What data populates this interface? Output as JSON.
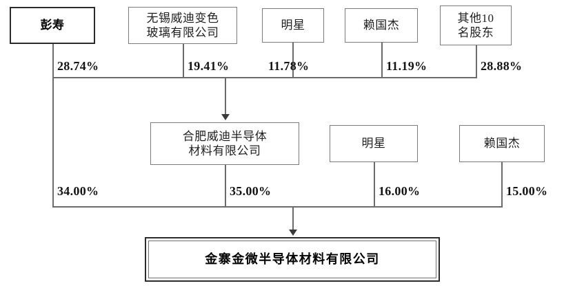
{
  "diagram": {
    "type": "ownership-structure-chart",
    "title": "",
    "tier1_shareholders": [
      {
        "id": "peng-shou",
        "name": "彭寿",
        "stake": "28.74%"
      },
      {
        "id": "wuxi-weidi",
        "name": "无锡威迪变色\n玻璃有限公司",
        "stake": "19.41%"
      },
      {
        "id": "ming-xing",
        "name": "明星",
        "stake": "11.78%"
      },
      {
        "id": "lai-guojie",
        "name": "赖国杰",
        "stake": "11.19%"
      },
      {
        "id": "other-ten",
        "name": "其他10\n名股东",
        "stake": "28.88%"
      }
    ],
    "tier2_shareholders": [
      {
        "id": "peng-shou-2",
        "name": "彭寿",
        "stake": "34.00%"
      },
      {
        "id": "hefei-weidi",
        "name": "合肥威迪半导体\n材料有限公司",
        "stake": "35.00%"
      },
      {
        "id": "ming-xing-2",
        "name": "明星",
        "stake": "16.00%"
      },
      {
        "id": "lai-guojie-2",
        "name": "赖国杰",
        "stake": "15.00%"
      }
    ],
    "intermediate_entity": {
      "id": "hefei-weidi",
      "name": "合肥威迪半导体\n材料有限公司"
    },
    "target_entity": {
      "id": "jinzhai-jinwei",
      "name": "金寨金微半导体材料有限公司"
    },
    "colors": {
      "box_border": "#7a7a7a",
      "box_border_strong": "#2b2b2b",
      "connector": "#6b6b6b",
      "arrow": "#3a3a3a",
      "text": "#1a1a1a",
      "background": "#ffffff"
    }
  }
}
